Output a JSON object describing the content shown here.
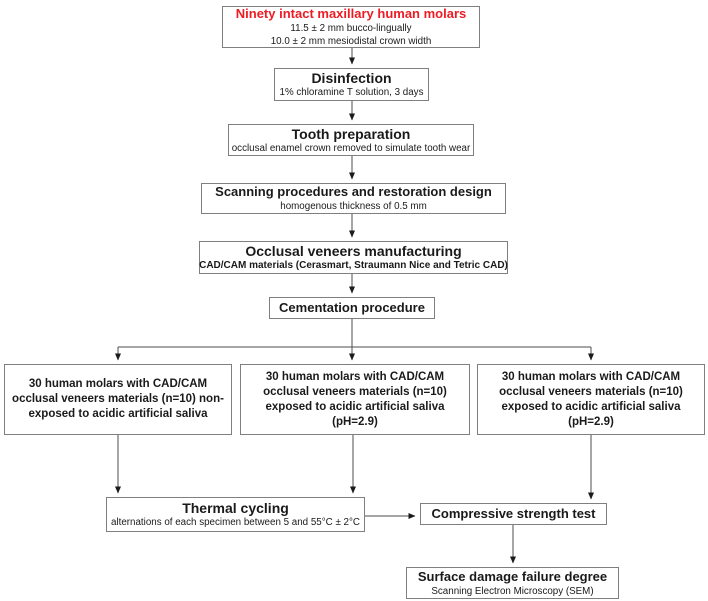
{
  "diagram_title": "Study design flowchart",
  "colors": {
    "accent_red": "#ed1c24",
    "box_border": "#7f7f7f",
    "line": "#4d4d4d",
    "text": "#1a1a1a",
    "background": "#ffffff"
  },
  "nodes": {
    "sample": {
      "title": "Ninety intact maxillary human molars",
      "line1": "11.5 ± 2 mm bucco-lingually",
      "line2": "10.0 ± 2 mm mesiodistal crown width"
    },
    "disinfection": {
      "title": "Disinfection",
      "line1": "1% chloramine T solution, 3 days"
    },
    "tooth_preparation": {
      "title": "Tooth preparation",
      "line1": "occlusal enamel crown removed to simulate tooth wear"
    },
    "scanning": {
      "title": "Scanning procedures and restoration design",
      "line1": "homogenous thickness of 0.5 mm"
    },
    "manufacturing": {
      "title": "Occlusal veneers manufacturing",
      "line1": "CAD/CAM materials (Cerasmart, Straumann Nice and Tetric CAD)"
    },
    "cementation": {
      "title": "Cementation procedure"
    },
    "group_control": {
      "title": "30 human molars with CAD/CAM occlusal veneers materials (n=10) non-exposed to acidic artificial saliva"
    },
    "group_exposed_1": {
      "title": "30 human molars with CAD/CAM occlusal veneers materials (n=10) exposed to acidic artificial saliva (pH=2.9)"
    },
    "group_exposed_2": {
      "title": "30 human molars with CAD/CAM occlusal veneers materials (n=10) exposed to acidic artificial saliva (pH=2.9)"
    },
    "thermal_cycling": {
      "title": "Thermal cycling",
      "line1": "alternations of each specimen between 5 and 55°C ± 2°C"
    },
    "compressive_test": {
      "title": "Compressive strength test"
    },
    "surface_damage": {
      "title": "Surface damage failure degree",
      "line1": "Scanning Electron Microscopy (SEM)"
    }
  },
  "edges": [
    {
      "from": "sample",
      "to": "disinfection"
    },
    {
      "from": "disinfection",
      "to": "tooth_preparation"
    },
    {
      "from": "tooth_preparation",
      "to": "scanning"
    },
    {
      "from": "scanning",
      "to": "manufacturing"
    },
    {
      "from": "manufacturing",
      "to": "cementation"
    },
    {
      "from": "cementation",
      "to": "group_control"
    },
    {
      "from": "cementation",
      "to": "group_exposed_1"
    },
    {
      "from": "cementation",
      "to": "group_exposed_2"
    },
    {
      "from": "group_control",
      "to": "thermal_cycling"
    },
    {
      "from": "group_exposed_1",
      "to": "thermal_cycling"
    },
    {
      "from": "group_exposed_2",
      "to": "compressive_test"
    },
    {
      "from": "thermal_cycling",
      "to": "compressive_test"
    },
    {
      "from": "compressive_test",
      "to": "surface_damage"
    }
  ]
}
